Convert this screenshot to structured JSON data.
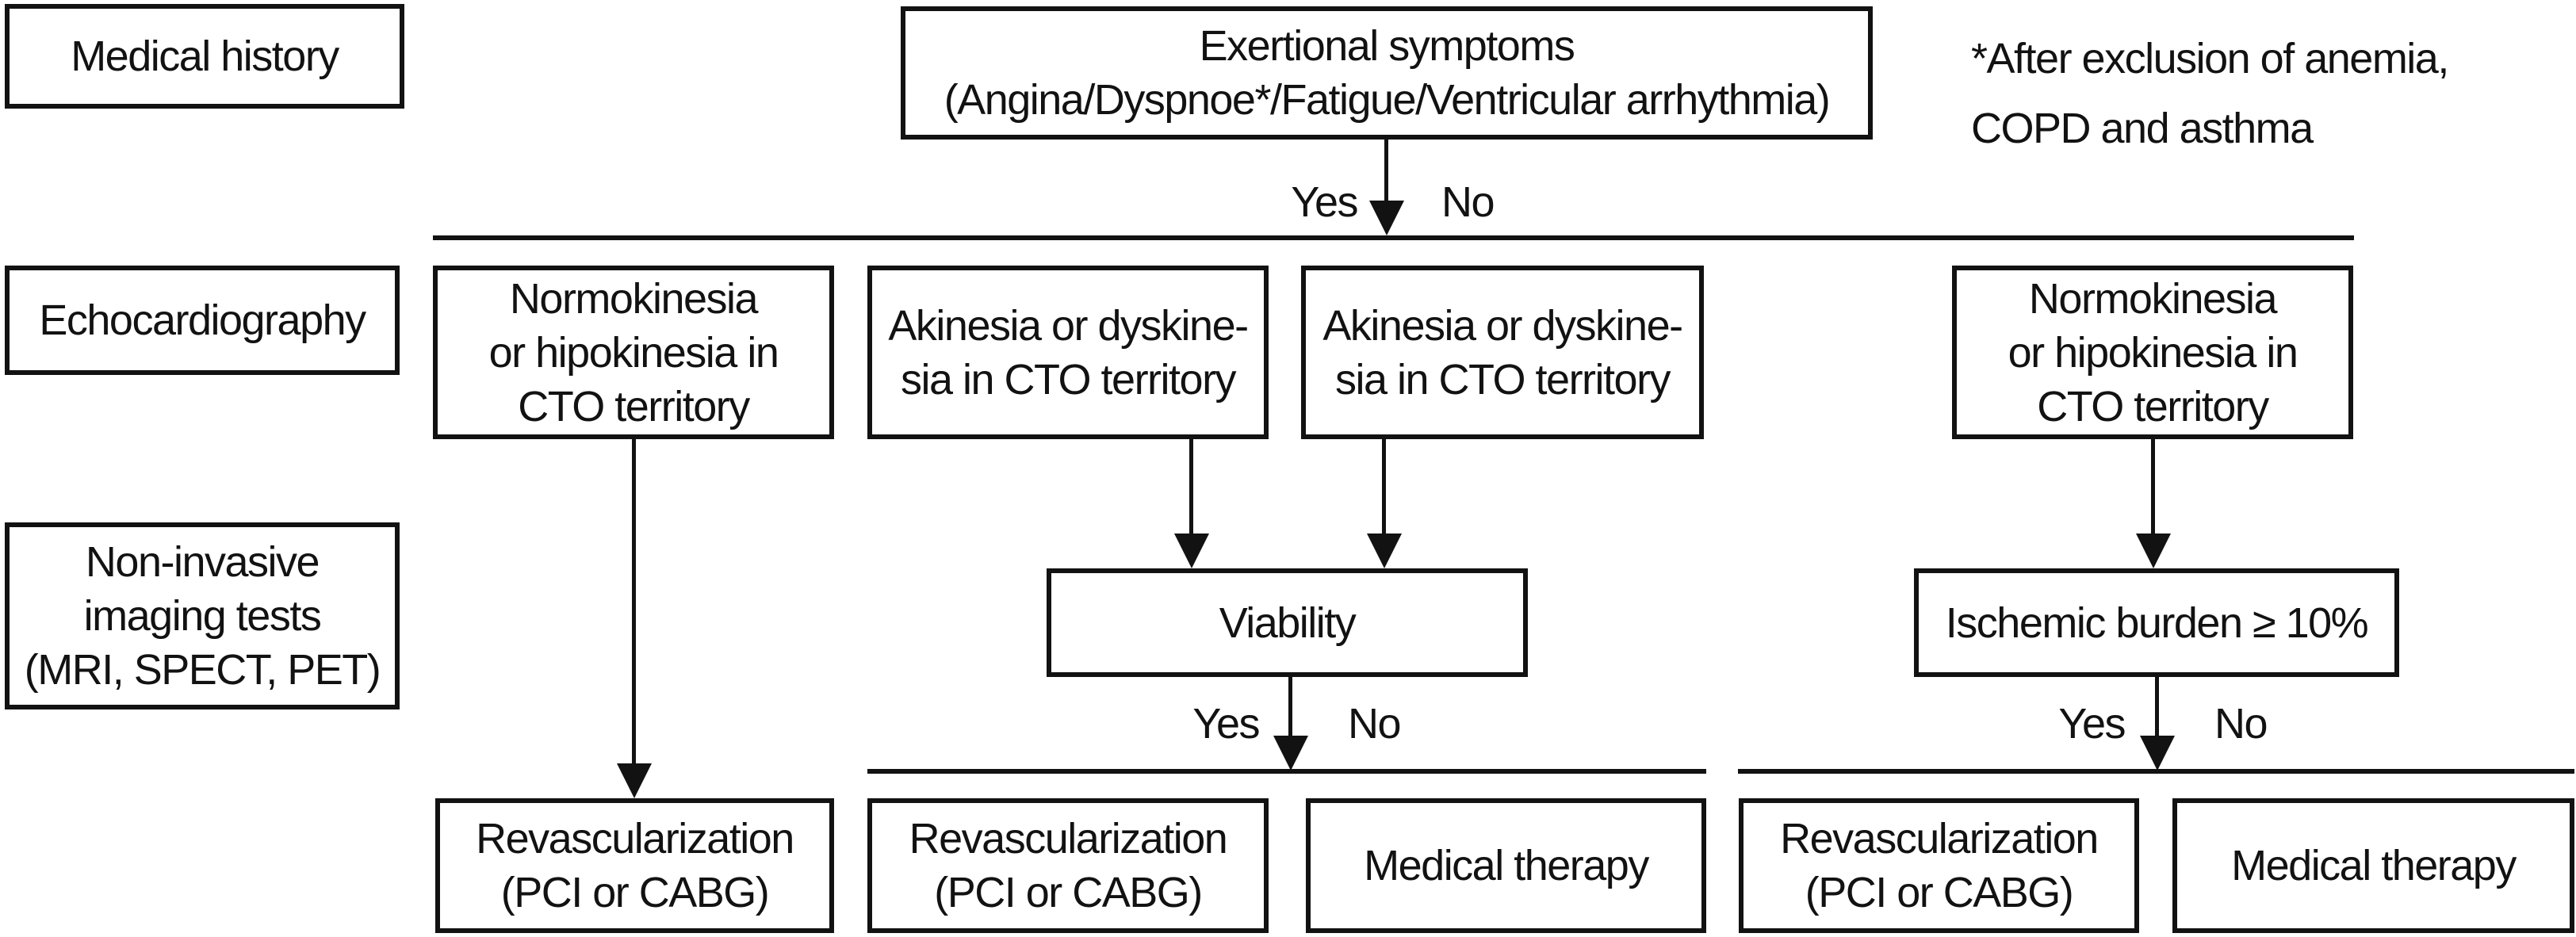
{
  "colors": {
    "ink": "#121212",
    "background": "#ffffff"
  },
  "branch": {
    "yes": "Yes",
    "no": "No"
  },
  "footnote": "*After exclusion of anemia,\nCOPD and asthma",
  "row_labels": {
    "medical_history": "Medical history",
    "echocardiography": "Echocardiography",
    "imaging": "Non-invasive\nimaging tests\n(MRI, SPECT, PET)"
  },
  "nodes": {
    "exertional_symptoms": "Exertional symptoms\n(Angina/Dyspnoe*/Fatigue/Ventricular arrhythmia)",
    "normokinesia_symptomatic": "Normokinesia\nor hipokinesia in\nCTO territory",
    "akinesia_symptomatic": "Akinesia or dyskine-\nsia in CTO territory",
    "akinesia_asymptomatic": "Akinesia or dyskine-\nsia in CTO territory",
    "normokinesia_asymptomatic": "Normokinesia\nor hipokinesia in\nCTO territory",
    "viability": "Viability",
    "ischemic_burden": "Ischemic burden ≥ 10%",
    "revascularization_1": "Revascularization\n(PCI or CABG)",
    "revascularization_2": "Revascularization\n(PCI or CABG)",
    "medical_therapy_1": "Medical therapy",
    "revascularization_3": "Revascularization\n(PCI or CABG)",
    "medical_therapy_2": "Medical therapy"
  }
}
